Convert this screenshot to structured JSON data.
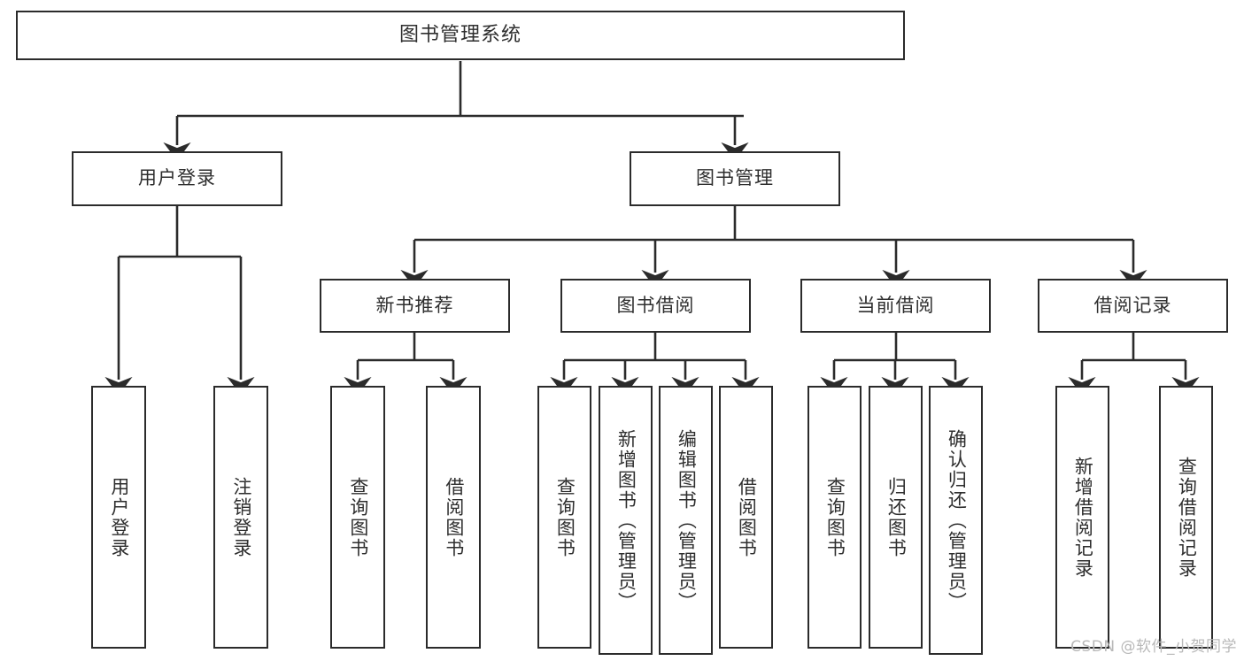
{
  "diagram": {
    "title": "图书管理系统",
    "type": "tree",
    "theme": {
      "background": "#ffffff",
      "box_border": "#2b2b2b",
      "box_fill": "#ffffff",
      "text": "#2e2e2e",
      "connector": "#2b2b2b",
      "watermark": "#b9b9b9"
    },
    "root": {
      "label": "图书管理系统"
    },
    "level2": [
      {
        "label": "用户登录"
      },
      {
        "label": "图书管理"
      }
    ],
    "level3": [
      {
        "label": "新书推荐"
      },
      {
        "label": "图书借阅"
      },
      {
        "label": "当前借阅"
      },
      {
        "label": "借阅记录"
      }
    ],
    "leaves": {
      "user_login": [
        {
          "label": "用户登录"
        },
        {
          "label": "注销登录"
        }
      ],
      "new_book": [
        {
          "label": "查询图书"
        },
        {
          "label": "借阅图书"
        }
      ],
      "borrow_book": [
        {
          "label": "查询图书"
        },
        {
          "label": "新增图书（管理员）"
        },
        {
          "label": "编辑图书（管理员）"
        },
        {
          "label": "借阅图书"
        }
      ],
      "current_borrow": [
        {
          "label": "查询图书"
        },
        {
          "label": "归还图书"
        },
        {
          "label": "确认归还（管理员）"
        }
      ],
      "borrow_record": [
        {
          "label": "新增借阅记录"
        },
        {
          "label": "查询借阅记录"
        }
      ]
    },
    "watermark": "CSDN @软件_小贺同学"
  }
}
